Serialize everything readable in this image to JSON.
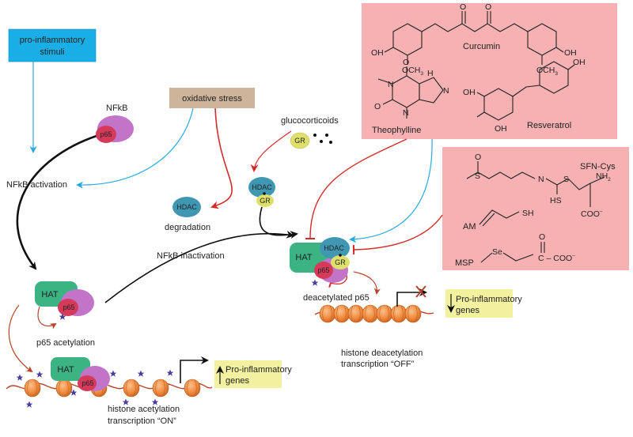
{
  "boxes": {
    "stimuli_line1": "pro-inflammatory",
    "stimuli_line2": "stimuli",
    "oxidative": "oxidative stress"
  },
  "labels": {
    "nfkb": "NFkB",
    "p65": "p65",
    "hat": "HAT",
    "hdac": "HDAC",
    "gr": "GR",
    "nfkb_activation": "NFkB activation",
    "nfkb_inactivation": "NFkB inactivation",
    "glucocorticoids": "glucocorticoids",
    "degradation": "degradation",
    "p65_acetylation": "p65 acetylation",
    "deacetylated_p65": "deacetylated p65",
    "hist_acet_1": "histone acetylation",
    "hist_acet_2": "transcription “ON”",
    "hist_deacet_1": "histone deacetylation",
    "hist_deacet_2": "transcription “OFF”",
    "genes_on_1": "Pro-inflammatory",
    "genes_on_2": "genes",
    "genes_off_1": "Pro-inflammatory",
    "genes_off_2": "genes"
  },
  "compounds": {
    "curcumin": "Curcumin",
    "theophylline": "Theophylline",
    "resveratrol": "Resveratrol",
    "sfn_cys": "SFN-Cys",
    "am": "AM",
    "msp": "MSP",
    "oh": "OH",
    "och3_och": "OCH",
    "och3_sub": "3",
    "o": "O",
    "n": "N",
    "h": "H",
    "s": "S",
    "hs": "HS",
    "sh": "SH",
    "nh2_nh": "NH",
    "nh2_sub": "2",
    "coo": "COO",
    "coo_sup": "−",
    "se": "Se",
    "c": "C"
  },
  "colors": {
    "blue_box": "#1aaee6",
    "tan_box": "#cdb49b",
    "pink_box": "#f7b1b3",
    "hat_green": "#3cb382",
    "p65_red": "#d63a5a",
    "nfkb_purple": "#c274c9",
    "hdac_blue": "#3f97b2",
    "gr_yellow": "#dfe06b",
    "genes_box": "#f2f1a0",
    "nucleosome": "#f08a3e",
    "arrow_blue": "#2aa9e0",
    "arrow_red": "#d42a2a",
    "arrow_brown": "#b5452a",
    "star": "#4a3f9e"
  },
  "icons": {
    "acetyl_mark": "star-icon",
    "transcription_start": "bent-arrow-icon"
  }
}
